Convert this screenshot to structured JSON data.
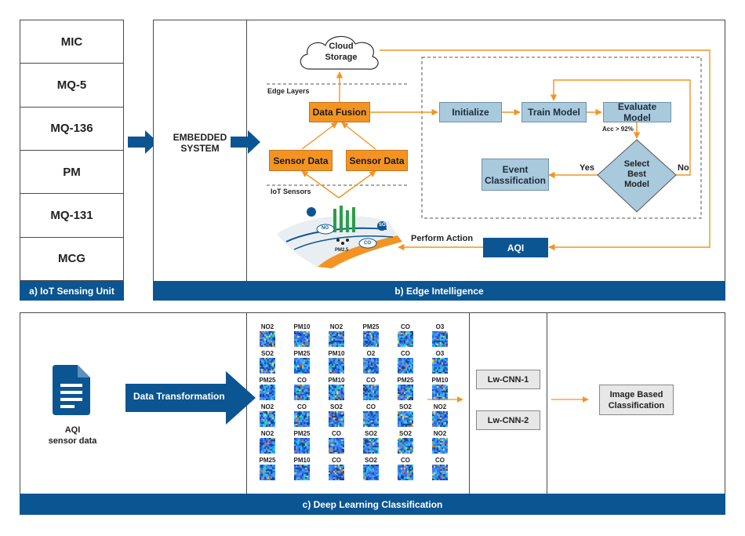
{
  "iot_unit": {
    "sensors": [
      "MIC",
      "MQ-5",
      "MQ-136",
      "PM",
      "MQ-131",
      "MCG"
    ],
    "caption": "a) IoT Sensing Unit"
  },
  "edge": {
    "embedded_system": "EMBEDDED\nSYSTEM",
    "cloud_storage": "Cloud\nStorage",
    "edge_layers": "Edge Layers",
    "iot_sensors": "IoT Sensors",
    "data_fusion": "Data Fusion",
    "sensor_data_1": "Sensor Data",
    "sensor_data_2": "Sensor Data",
    "initialize": "Initialize",
    "train_model": "Train Model",
    "evaluate_model": "Evaluate Model",
    "acc_condition": "Acc > 92%",
    "select_best_model": "Select\nBest\nModel",
    "yes": "Yes",
    "no": "No",
    "event_classification": "Event\nClassification",
    "aqi": "AQI",
    "perform_action": "Perform Action",
    "illustration_labels": [
      "NO",
      "SO₂",
      "PM2.5",
      "CO"
    ],
    "caption": "b)  Edge Intelligence"
  },
  "deep": {
    "aqi_sensor_data": "AQI\nsensor data",
    "data_transformation": "Data Transformation",
    "heatmap_labels": [
      [
        "NO2",
        "PM10",
        "NO2",
        "PM25",
        "CO",
        "O3"
      ],
      [
        "SO2",
        "PM25",
        "PM10",
        "O2",
        "CO",
        "O3"
      ],
      [
        "PM25",
        "CO",
        "PM10",
        "CO",
        "PM25",
        "PM10"
      ],
      [
        "NO2",
        "CO",
        "SO2",
        "CO",
        "SO2",
        "NO2"
      ],
      [
        "NO2",
        "PM25",
        "CO",
        "SO2",
        "SO2",
        "NO2"
      ],
      [
        "PM25",
        "PM10",
        "CO",
        "SO2",
        "CO",
        "CO"
      ]
    ],
    "lw_cnn_1": "Lw-CNN-1",
    "lw_cnn_2": "Lw-CNN-2",
    "image_based": "Image Based\nClassification",
    "caption": "c)  Deep Learning Classification"
  },
  "colors": {
    "navy": "#0c5593",
    "orange": "#f39422",
    "light_blue": "#a9c9dd",
    "grey": "#e7e7e7"
  }
}
